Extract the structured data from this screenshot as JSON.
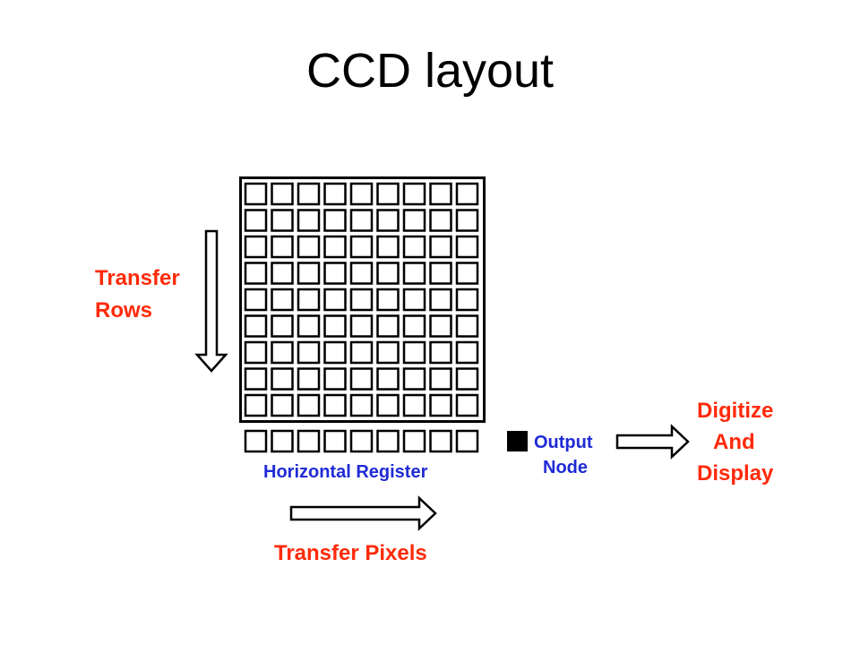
{
  "slide": {
    "title": "CCD layout"
  },
  "diagram": {
    "grid": {
      "rows": 9,
      "cols": 9
    },
    "register": {
      "cells": 9
    },
    "labels": {
      "transfer_rows": [
        "Transfer",
        "Rows"
      ],
      "horizontal_register": "Horizontal Register",
      "transfer_pixels": "Transfer Pixels",
      "output_node": [
        "Output",
        "Node"
      ],
      "digitize": [
        "Digitize",
        "And",
        "Display"
      ]
    },
    "colors": {
      "red_label": "#ff2a0a",
      "blue_label": "#1f2bd6",
      "stroke": "#000000",
      "node_fill": "#000000"
    }
  }
}
